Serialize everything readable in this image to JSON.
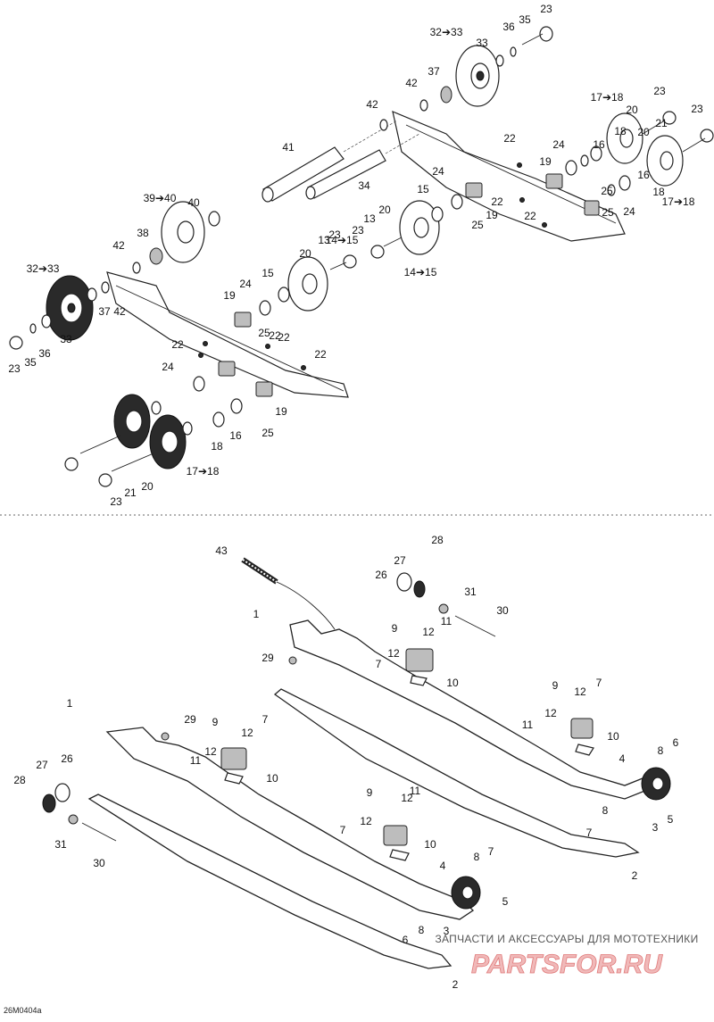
{
  "diagram_code": "26M0404a",
  "watermark": {
    "tagline": "ЗАПЧАСТИ И АКСЕССУАРЫ ДЛЯ МОТОТЕХНИКИ",
    "brand": "PARTSFOR.RU"
  },
  "callouts_top": [
    {
      "id": "t1",
      "text": "23"
    },
    {
      "id": "t2",
      "text": "35"
    },
    {
      "id": "t3",
      "text": "36"
    },
    {
      "id": "t4",
      "text": "32➔33"
    },
    {
      "id": "t5",
      "text": "33"
    },
    {
      "id": "t6",
      "text": "37"
    },
    {
      "id": "t7",
      "text": "42"
    },
    {
      "id": "t8",
      "text": "42"
    },
    {
      "id": "t9",
      "text": "17➔18"
    },
    {
      "id": "t10",
      "text": "23"
    },
    {
      "id": "t11",
      "text": "20"
    },
    {
      "id": "t12",
      "text": "21"
    },
    {
      "id": "t13",
      "text": "23"
    },
    {
      "id": "t14",
      "text": "18"
    },
    {
      "id": "t15",
      "text": "16"
    },
    {
      "id": "t16",
      "text": "22"
    },
    {
      "id": "t17",
      "text": "24"
    },
    {
      "id": "t18",
      "text": "19"
    },
    {
      "id": "t19",
      "text": "41"
    },
    {
      "id": "t20",
      "text": "20"
    },
    {
      "id": "t21",
      "text": "16"
    },
    {
      "id": "t22",
      "text": "18"
    },
    {
      "id": "t23",
      "text": "17➔18"
    },
    {
      "id": "t24",
      "text": "15"
    },
    {
      "id": "t25",
      "text": "24"
    },
    {
      "id": "t26",
      "text": "22"
    },
    {
      "id": "t27",
      "text": "19"
    },
    {
      "id": "t28",
      "text": "25"
    },
    {
      "id": "t29",
      "text": "22"
    },
    {
      "id": "t30",
      "text": "25"
    },
    {
      "id": "t31",
      "text": "24"
    },
    {
      "id": "t32",
      "text": "39➔40"
    },
    {
      "id": "t33",
      "text": "40"
    },
    {
      "id": "t34",
      "text": "34"
    },
    {
      "id": "t35",
      "text": "20"
    },
    {
      "id": "t36",
      "text": "13"
    },
    {
      "id": "t37",
      "text": "25"
    },
    {
      "id": "t38",
      "text": "38"
    },
    {
      "id": "t39",
      "text": "23"
    },
    {
      "id": "t40",
      "text": "14➔15"
    },
    {
      "id": "t41",
      "text": "13"
    },
    {
      "id": "t42",
      "text": "23"
    },
    {
      "id": "t43",
      "text": "14➔15"
    },
    {
      "id": "t44",
      "text": "20"
    },
    {
      "id": "t45",
      "text": "42"
    },
    {
      "id": "t46",
      "text": "32➔33"
    },
    {
      "id": "t47",
      "text": "15"
    },
    {
      "id": "t48",
      "text": "24"
    },
    {
      "id": "t49",
      "text": "19"
    },
    {
      "id": "t50",
      "text": "37"
    },
    {
      "id": "t51",
      "text": "42"
    },
    {
      "id": "t52",
      "text": "22"
    },
    {
      "id": "t53",
      "text": "25"
    },
    {
      "id": "t54",
      "text": "22"
    },
    {
      "id": "t55",
      "text": "22"
    },
    {
      "id": "t56",
      "text": "23"
    },
    {
      "id": "t57",
      "text": "35"
    },
    {
      "id": "t58",
      "text": "36"
    },
    {
      "id": "t59",
      "text": "33"
    },
    {
      "id": "t60",
      "text": "24"
    },
    {
      "id": "t61",
      "text": "19"
    },
    {
      "id": "t62",
      "text": "18"
    },
    {
      "id": "t63",
      "text": "16"
    },
    {
      "id": "t64",
      "text": "25"
    },
    {
      "id": "t65",
      "text": "17➔18"
    },
    {
      "id": "t66",
      "text": "20"
    },
    {
      "id": "t67",
      "text": "21"
    },
    {
      "id": "t68",
      "text": "23"
    },
    {
      "id": "t69",
      "text": "22"
    }
  ],
  "callouts_bottom": [
    {
      "id": "b1",
      "text": "43"
    },
    {
      "id": "b2",
      "text": "28"
    },
    {
      "id": "b3",
      "text": "26"
    },
    {
      "id": "b4",
      "text": "27"
    },
    {
      "id": "b5",
      "text": "31"
    },
    {
      "id": "b6",
      "text": "30"
    },
    {
      "id": "b7",
      "text": "1"
    },
    {
      "id": "b8",
      "text": "9"
    },
    {
      "id": "b9",
      "text": "12"
    },
    {
      "id": "b10",
      "text": "11"
    },
    {
      "id": "b11",
      "text": "29"
    },
    {
      "id": "b12",
      "text": "12"
    },
    {
      "id": "b13",
      "text": "7"
    },
    {
      "id": "b14",
      "text": "10"
    },
    {
      "id": "b15",
      "text": "9"
    },
    {
      "id": "b16",
      "text": "12"
    },
    {
      "id": "b17",
      "text": "7"
    },
    {
      "id": "b18",
      "text": "12"
    },
    {
      "id": "b19",
      "text": "11"
    },
    {
      "id": "b20",
      "text": "10"
    },
    {
      "id": "b21",
      "text": "8"
    },
    {
      "id": "b22",
      "text": "6"
    },
    {
      "id": "b23",
      "text": "4"
    },
    {
      "id": "b24",
      "text": "5"
    },
    {
      "id": "b25",
      "text": "8"
    },
    {
      "id": "b26",
      "text": "3"
    },
    {
      "id": "b27",
      "text": "7"
    },
    {
      "id": "b28",
      "text": "2"
    },
    {
      "id": "b29",
      "text": "1"
    },
    {
      "id": "b30",
      "text": "29"
    },
    {
      "id": "b31",
      "text": "9"
    },
    {
      "id": "b32",
      "text": "7"
    },
    {
      "id": "b33",
      "text": "12"
    },
    {
      "id": "b34",
      "text": "11"
    },
    {
      "id": "b35",
      "text": "12"
    },
    {
      "id": "b36",
      "text": "10"
    },
    {
      "id": "b37",
      "text": "27"
    },
    {
      "id": "b38",
      "text": "26"
    },
    {
      "id": "b39",
      "text": "28"
    },
    {
      "id": "b40",
      "text": "31"
    },
    {
      "id": "b41",
      "text": "30"
    },
    {
      "id": "b42",
      "text": "9"
    },
    {
      "id": "b43",
      "text": "11"
    },
    {
      "id": "b44",
      "text": "12"
    },
    {
      "id": "b45",
      "text": "12"
    },
    {
      "id": "b46",
      "text": "7"
    },
    {
      "id": "b47",
      "text": "10"
    },
    {
      "id": "b48",
      "text": "8"
    },
    {
      "id": "b49",
      "text": "7"
    },
    {
      "id": "b50",
      "text": "4"
    },
    {
      "id": "b51",
      "text": "5"
    },
    {
      "id": "b52",
      "text": "8"
    },
    {
      "id": "b53",
      "text": "3"
    },
    {
      "id": "b54",
      "text": "6"
    },
    {
      "id": "b55",
      "text": "2"
    }
  ]
}
